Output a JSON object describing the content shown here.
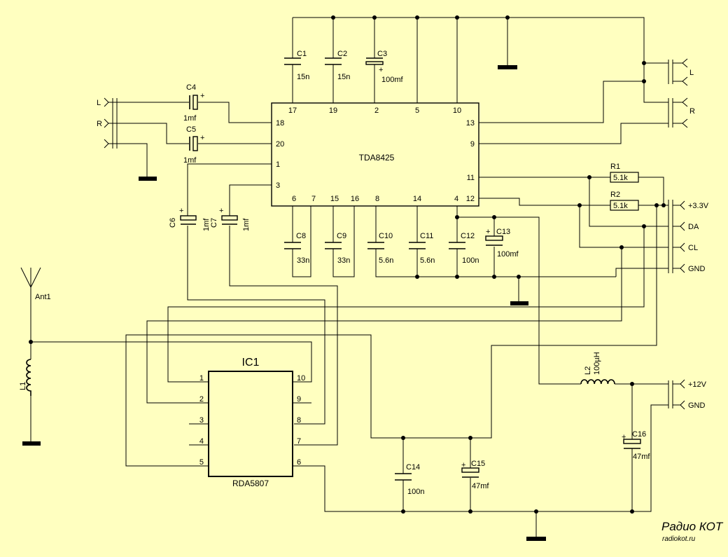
{
  "tda": {
    "name": "TDA8425",
    "pins": {
      "p1": "1",
      "p2": "2",
      "p3": "3",
      "p4": "4",
      "p5": "5",
      "p6": "6",
      "p7": "7",
      "p8": "8",
      "p9": "9",
      "p10": "10",
      "p11": "11",
      "p12": "12",
      "p13": "13",
      "p14": "14",
      "p15": "15",
      "p16": "16",
      "p17": "17",
      "p18": "18",
      "p19": "19",
      "p20": "20"
    }
  },
  "rda": {
    "ref": "IC1",
    "name": "RDA5807",
    "pins": {
      "p1": "1",
      "p2": "2",
      "p3": "3",
      "p4": "4",
      "p5": "5",
      "p6": "6",
      "p7": "7",
      "p8": "8",
      "p9": "9",
      "p10": "10"
    }
  },
  "components": {
    "c1": {
      "ref": "C1",
      "value": "15n"
    },
    "c2": {
      "ref": "C2",
      "value": "15n"
    },
    "c3": {
      "ref": "C3",
      "value": "100mf"
    },
    "c4": {
      "ref": "C4",
      "value": "1mf"
    },
    "c5": {
      "ref": "C5",
      "value": "1mf"
    },
    "c6": {
      "ref": "C6",
      "value": "1mf"
    },
    "c7": {
      "ref": "C7",
      "value": "1mf"
    },
    "c8": {
      "ref": "C8",
      "value": "33n"
    },
    "c9": {
      "ref": "C9",
      "value": "33n"
    },
    "c10": {
      "ref": "C10",
      "value": "5.6n"
    },
    "c11": {
      "ref": "C11",
      "value": "5.6n"
    },
    "c12": {
      "ref": "C12",
      "value": "100n"
    },
    "c13": {
      "ref": "C13",
      "value": "100mf"
    },
    "c14": {
      "ref": "C14",
      "value": "100n"
    },
    "c15": {
      "ref": "C15",
      "value": "47mf"
    },
    "c16": {
      "ref": "C16",
      "value": "47mf"
    },
    "r1": {
      "ref": "R1",
      "value": "5.1k"
    },
    "r2": {
      "ref": "R2",
      "value": "5.1k"
    },
    "l1": {
      "ref": "L1"
    },
    "l2": {
      "ref": "L2",
      "value": "100µH"
    },
    "ant": {
      "ref": "Ant1"
    }
  },
  "connectors": {
    "in_l": "L",
    "in_r": "R",
    "out_l": "L",
    "out_r": "R",
    "v33": "+3.3V",
    "da": "DA",
    "cl": "CL",
    "gnd1": "GND",
    "v12": "+12V",
    "gnd2": "GND"
  },
  "polarity_mark": "+",
  "watermark": {
    "line1": "Радио КОТ",
    "line2": "radiokot.ru"
  }
}
